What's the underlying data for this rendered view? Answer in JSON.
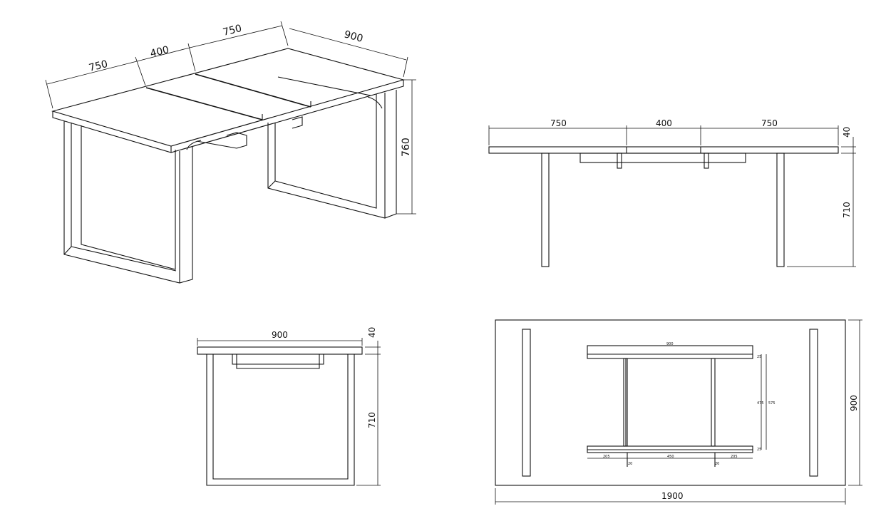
{
  "iso_view": {
    "dim_left_leaf": "750",
    "dim_middle_leaf": "400",
    "dim_right_leaf": "750",
    "dim_depth": "900",
    "dim_height": "760"
  },
  "front_view": {
    "dim_left_leaf": "750",
    "dim_middle_leaf": "400",
    "dim_right_leaf": "750",
    "dim_top_thickness": "40",
    "dim_leg_height": "710"
  },
  "side_view": {
    "dim_width": "900",
    "dim_top_thickness": "40",
    "dim_leg_height": "710"
  },
  "top_view": {
    "dim_length": "1900",
    "dim_depth": "900",
    "inner_width": "900",
    "inner_575": "575",
    "inner_475": "475",
    "inner_25_top": "25",
    "inner_25_bottom": "25",
    "inner_left_205": "205",
    "inner_center_450": "450",
    "inner_right_205": "205",
    "inner_20_left": "20",
    "inner_20_right": "20"
  }
}
